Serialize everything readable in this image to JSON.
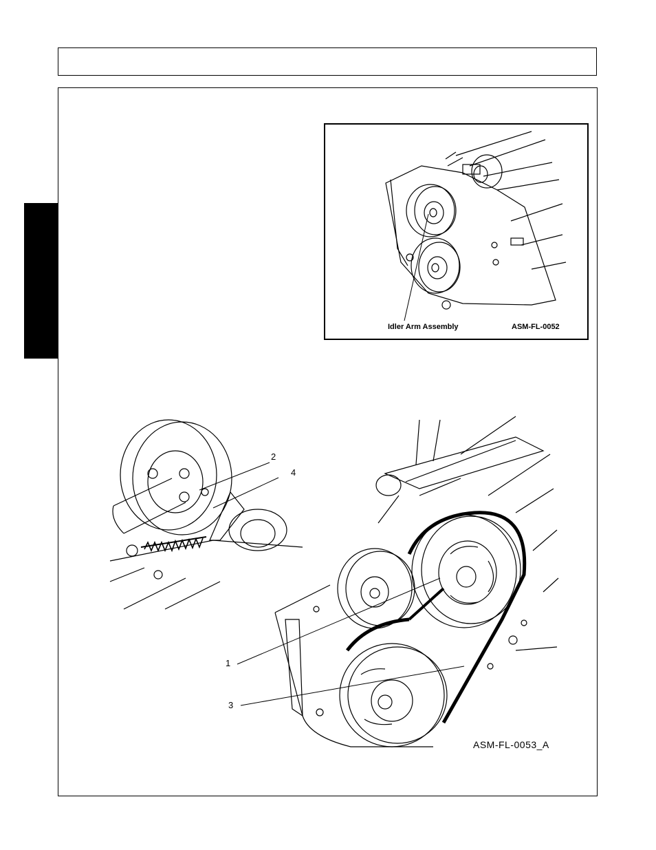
{
  "figures": {
    "top": {
      "caption": "Idler Arm Assembly",
      "figure_id": "ASM-FL-0052"
    },
    "bottom": {
      "callouts": [
        "2",
        "4",
        "1",
        "3"
      ],
      "figure_id": "ASM-FL-0053_A"
    }
  }
}
